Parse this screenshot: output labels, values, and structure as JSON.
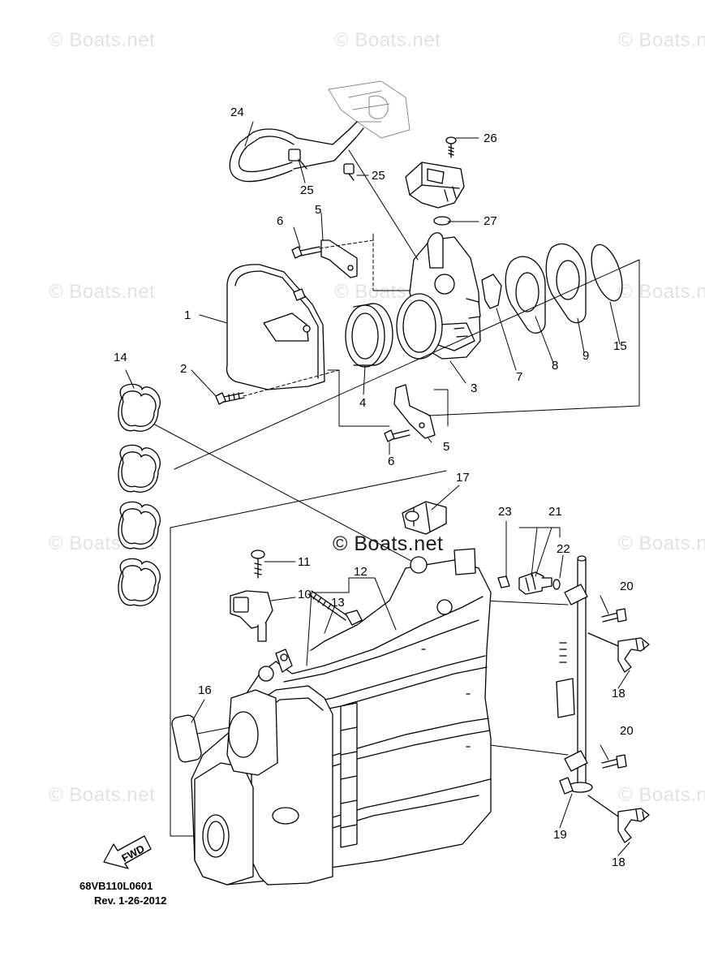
{
  "watermark": "© Boats.net",
  "center_watermark": "© Boats.net",
  "parts": [
    {
      "num": "1"
    },
    {
      "num": "2"
    },
    {
      "num": "3"
    },
    {
      "num": "4"
    },
    {
      "num": "5"
    },
    {
      "num": "5"
    },
    {
      "num": "6"
    },
    {
      "num": "6"
    },
    {
      "num": "7"
    },
    {
      "num": "8"
    },
    {
      "num": "9"
    },
    {
      "num": "10"
    },
    {
      "num": "11"
    },
    {
      "num": "12"
    },
    {
      "num": "13"
    },
    {
      "num": "14"
    },
    {
      "num": "15"
    },
    {
      "num": "16"
    },
    {
      "num": "17"
    },
    {
      "num": "18"
    },
    {
      "num": "18"
    },
    {
      "num": "19"
    },
    {
      "num": "20"
    },
    {
      "num": "20"
    },
    {
      "num": "21"
    },
    {
      "num": "22"
    },
    {
      "num": "23"
    },
    {
      "num": "24"
    },
    {
      "num": "25"
    },
    {
      "num": "25"
    },
    {
      "num": "26"
    },
    {
      "num": "27"
    }
  ],
  "fwd_label": "FWD",
  "diagram_code": "68VB110L0601",
  "revision": "Rev.  1-26-2012"
}
